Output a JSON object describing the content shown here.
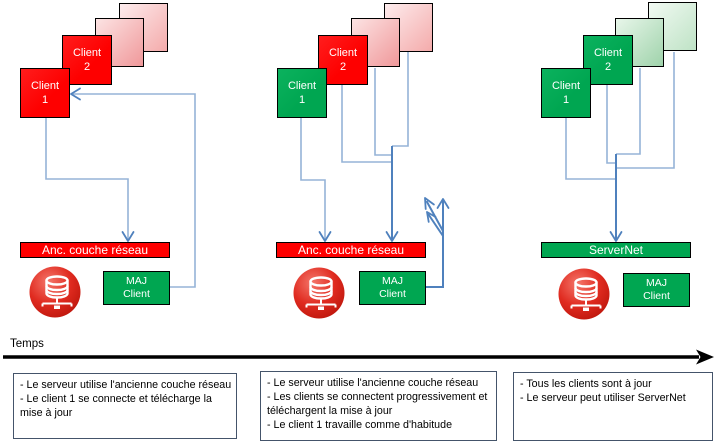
{
  "palette": {
    "client-red": "#fe0000",
    "client-green": "#00a651",
    "connector-light": "#95b3d7",
    "connector-dark": "#4f81bd",
    "timeline-black": "#000000",
    "notebox-border": "#44546a",
    "server-icon-red": "#e02b20"
  },
  "timeline_label": "Temps",
  "stages": [
    {
      "clients": [
        {
          "lines": [
            "Client",
            "1"
          ]
        },
        {
          "lines": [
            "Client",
            "2"
          ]
        }
      ],
      "bar_label": "Anc. couche réseau",
      "maj": [
        "MAJ",
        "Client"
      ],
      "notes": [
        "- Le serveur utilise l'ancienne couche réseau",
        "- Le client 1 se connecte et télécharge la mise à jour"
      ]
    },
    {
      "clients": [
        {
          "lines": [
            "Client",
            "1"
          ]
        },
        {
          "lines": [
            "Client",
            "2"
          ]
        }
      ],
      "bar_label": "Anc. couche réseau",
      "maj": [
        "MAJ",
        "Client"
      ],
      "notes": [
        "- Le serveur utilise l'ancienne couche réseau",
        "- Les clients se connectent progressivement et téléchargent la mise à jour",
        "- Le client 1 travaille comme d'habitude"
      ]
    },
    {
      "clients": [
        {
          "lines": [
            "Client",
            "1"
          ]
        },
        {
          "lines": [
            "Client",
            "2"
          ]
        }
      ],
      "bar_label": "ServerNet",
      "maj": [
        "MAJ",
        "Client"
      ],
      "notes": [
        "- Tous les clients sont à jour",
        "- Le serveur peut utiliser ServerNet"
      ]
    }
  ]
}
